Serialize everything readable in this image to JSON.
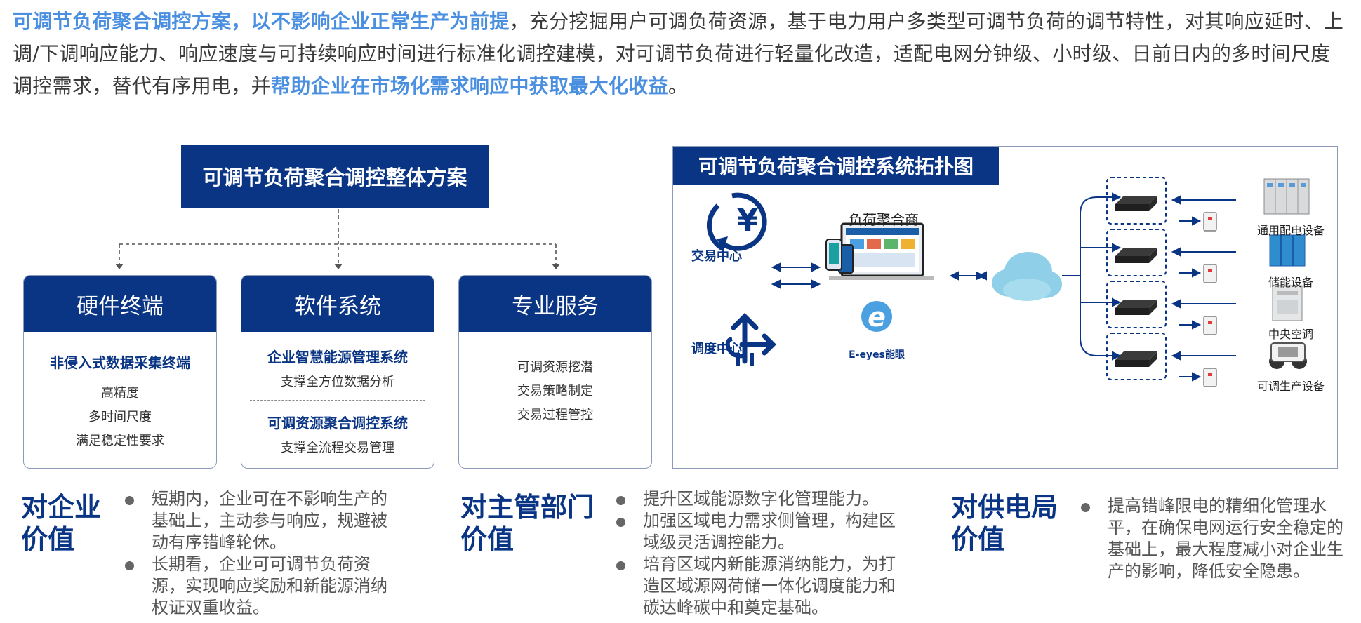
{
  "intro": {
    "hl1": "可调节负荷聚合调控方案，以不影响企业正常生产为前提",
    "text1": "，充分挖掘用户可调负荷资源，基于电力用户多类型可调节负荷的调节特性，对其响应延时、上调/下调响应能力、响应速度与可持续响应时间进行标准化调控建模，对可调节负荷进行轻量化改造，适配电网分钟级、小时级、日前日内的多时间尺度调控需求，替代有序用电，并",
    "hl2": "帮助企业在市场化需求响应中获取最大化收益",
    "end": "。"
  },
  "scheme": {
    "title": "可调节负荷聚合调控整体方案",
    "cards": [
      {
        "head": "硬件终端",
        "sub": "非侵入式数据采集终端",
        "lines": [
          "高精度",
          "多时间尺度",
          "满足稳定性要求"
        ]
      },
      {
        "head": "软件系统",
        "sub1": "企业智慧能源管理系统",
        "line1": "支撑全方位数据分析",
        "sub2": "可调资源聚合调控系统",
        "line2": "支撑全流程交易管理"
      },
      {
        "head": "专业服务",
        "lines": [
          "可调资源挖潜",
          "交易策略制定",
          "交易过程管控"
        ]
      }
    ]
  },
  "topology": {
    "title": "可调节负荷聚合调控系统拓扑图",
    "trading_center": "交易中心",
    "dispatch_center": "调度中心",
    "aggregator": "负荷聚合商",
    "brand": "E-eyes能眼",
    "devices": [
      "通用配电设备",
      "储能设备",
      "中央空调",
      "可调生产设备"
    ]
  },
  "values": [
    {
      "title": "对企业价值",
      "items": [
        "短期内，企业可在不影响生产的基础上，主动参与响应，规避被动有序错峰轮休。",
        "长期看，企业可可调节负荷资源，实现响应奖励和新能源消纳权证双重收益。"
      ]
    },
    {
      "title": "对主管部门价值",
      "items": [
        "提升区域能源数字化管理能力。",
        "加强区域电力需求侧管理，构建区域级灵活调控能力。",
        "培育区域内新能源消纳能力，为打造区域源网荷储一体化调度能力和碳达峰碳中和奠定基础。"
      ]
    },
    {
      "title": "对供电局价值",
      "items": [
        "提高错峰限电的精细化管理水平，在确保电网运行安全稳定的基础上，最大程度减小对企业生产的影响，降低安全隐患。"
      ]
    }
  ],
  "colors": {
    "navy": "#0a3585",
    "highlight": "#4a8fe0"
  }
}
